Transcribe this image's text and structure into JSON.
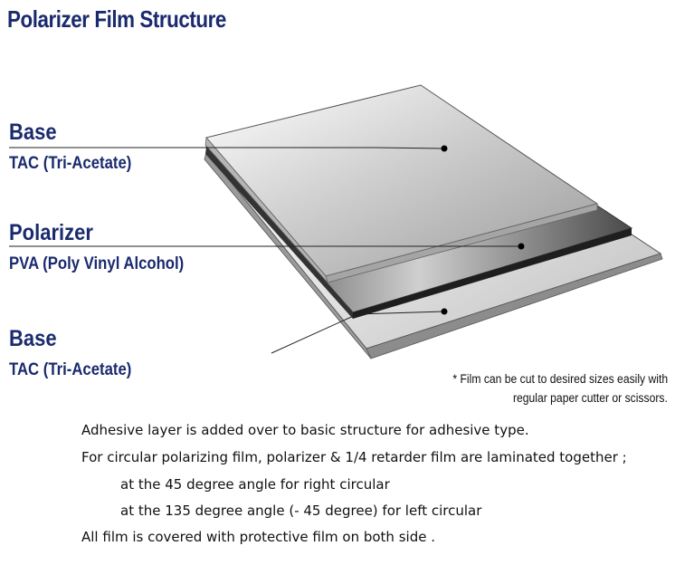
{
  "title": "Polarizer Film Structure",
  "layers": [
    {
      "name": "Base",
      "material": "TAC (Tri-Acetate)"
    },
    {
      "name": "Polarizer",
      "material": "PVA (Poly Vinyl Alcohol)"
    },
    {
      "name": "Base",
      "material": "TAC (Tri-Acetate)"
    }
  ],
  "note": [
    "* Film can be cut to desired sizes easily with",
    "regular paper cutter or scissors."
  ],
  "description": [
    "Adhesive layer is added over to basic structure for adhesive type.",
    "For circular polarizing film, polarizer & 1/4 retarder film are laminated together ;",
    "at the 45 degree angle for right circular",
    "at the 135 degree angle (- 45 degree) for left circular",
    "All film is covered with protective film on both side ."
  ],
  "colors": {
    "label": "#1a2a6e",
    "polarizer_layer": "#2a2a2a"
  }
}
